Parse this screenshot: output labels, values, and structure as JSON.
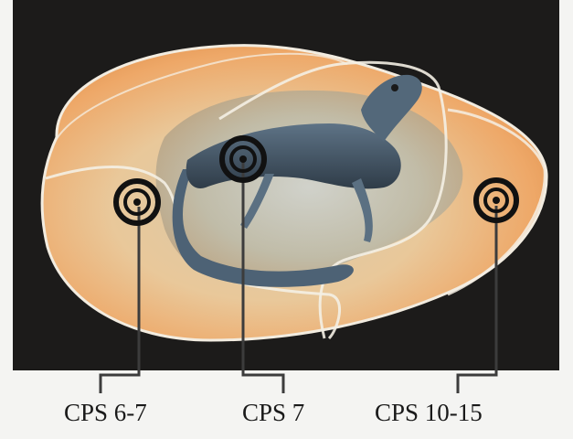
{
  "labels": {
    "left": "CPS 6-7",
    "middle": "CPS 7",
    "right": "CPS 10-15"
  },
  "colors": {
    "background": "#1c1b1a",
    "egg_outer": "#e8a660",
    "egg_inner": "#c9b394",
    "animal": "#4a5b6a",
    "marker_stroke": "#111111",
    "page": "#f4f4f2"
  },
  "icons": {
    "marker": "target-circle-icon"
  }
}
